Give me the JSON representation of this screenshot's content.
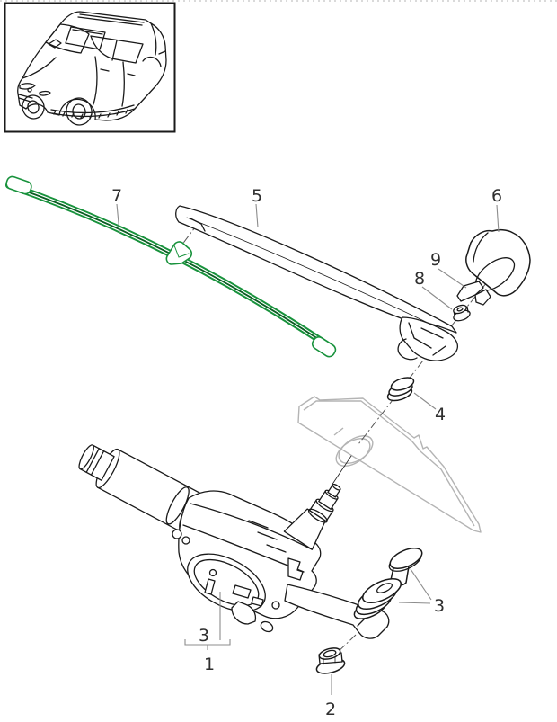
{
  "diagram": {
    "type": "exploded-parts-diagram",
    "subject": "rear-window-wiper-assembly",
    "highlighted_part": "7",
    "callouts": {
      "part1": "1",
      "part2": "2",
      "part3_group": "3",
      "part3_bracket": "3",
      "part4": "4",
      "part5": "5",
      "part6": "6",
      "part7": "7",
      "part8": "8",
      "part9": "9"
    }
  },
  "icons": {
    "vehicle_thumbnail": "suv-line-drawing"
  },
  "colors": {
    "background": "#ffffff",
    "line_color": "#1a1a1a",
    "highlight_green": "#18923c",
    "highlight_green_dark": "#0a5c22",
    "panel_gray": "#b4b4b4",
    "leader_gray": "#8c8c8c",
    "centerline_gray": "#555555",
    "label_color": "#2f2f2f"
  }
}
